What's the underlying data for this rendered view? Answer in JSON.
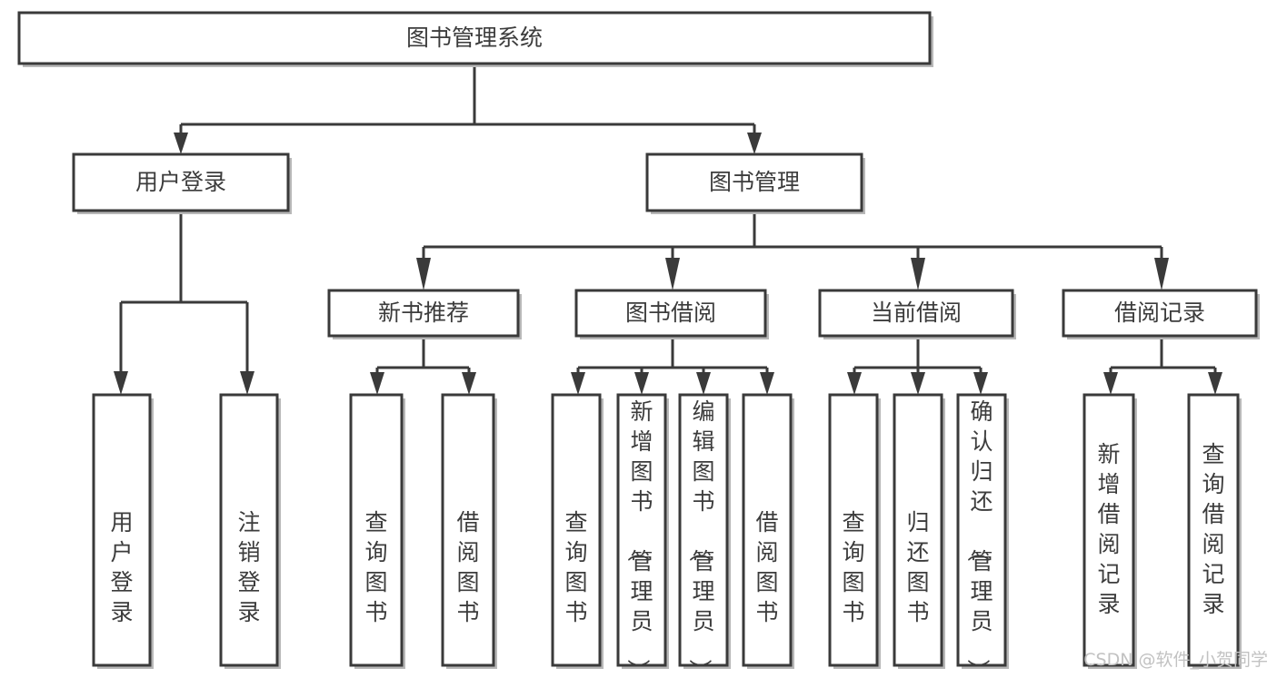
{
  "diagram": {
    "type": "tree-hierarchy",
    "title": "图书管理系统",
    "orientation": "top-down",
    "background_color": "#ffffff",
    "box_stroke_color": "#3a3a3a",
    "box_fill_color": "#ffffff",
    "text_color": "#3c3c3c",
    "connector_color": "#3a3a3a"
  },
  "nodes": {
    "root": {
      "id": "root",
      "label": "图书管理系统",
      "level": 0,
      "orientation": "horizontal"
    },
    "level1": [
      {
        "id": "user-login",
        "label": "用户登录",
        "level": 1,
        "orientation": "horizontal"
      },
      {
        "id": "book-management",
        "label": "图书管理",
        "level": 1,
        "orientation": "horizontal"
      }
    ],
    "level2": [
      {
        "id": "new-book-recommend",
        "label": "新书推荐",
        "level": 2,
        "orientation": "horizontal",
        "parent": "book-management"
      },
      {
        "id": "book-borrow",
        "label": "图书借阅",
        "level": 2,
        "orientation": "horizontal",
        "parent": "book-management"
      },
      {
        "id": "current-borrow",
        "label": "当前借阅",
        "level": 2,
        "orientation": "horizontal",
        "parent": "book-management"
      },
      {
        "id": "borrow-record",
        "label": "借阅记录",
        "level": 2,
        "orientation": "horizontal",
        "parent": "book-management"
      }
    ],
    "leaves": [
      {
        "id": "leaf-user-login",
        "label": "用户登录",
        "orientation": "vertical",
        "parent": "user-login"
      },
      {
        "id": "leaf-logout-login",
        "label": "注销登录",
        "orientation": "vertical",
        "parent": "user-login"
      },
      {
        "id": "leaf-query-book-1",
        "label": "查询图书",
        "orientation": "vertical",
        "parent": "new-book-recommend"
      },
      {
        "id": "leaf-borrow-book-1",
        "label": "借阅图书",
        "orientation": "vertical",
        "parent": "new-book-recommend"
      },
      {
        "id": "leaf-query-book-2",
        "label": "查询图书",
        "orientation": "vertical",
        "parent": "book-borrow"
      },
      {
        "id": "leaf-add-book",
        "label": "新增图书（管理员）",
        "orientation": "vertical",
        "parent": "book-borrow"
      },
      {
        "id": "leaf-edit-book",
        "label": "编辑图书（管理员）",
        "orientation": "vertical",
        "parent": "book-borrow"
      },
      {
        "id": "leaf-borrow-book-2",
        "label": "借阅图书",
        "orientation": "vertical",
        "parent": "book-borrow"
      },
      {
        "id": "leaf-query-book-3",
        "label": "查询图书",
        "orientation": "vertical",
        "parent": "current-borrow"
      },
      {
        "id": "leaf-return-book",
        "label": "归还图书",
        "orientation": "vertical",
        "parent": "current-borrow"
      },
      {
        "id": "leaf-confirm-return",
        "label": "确认归还（管理员）",
        "orientation": "vertical",
        "parent": "current-borrow"
      },
      {
        "id": "leaf-add-record",
        "label": "新增借阅记录",
        "orientation": "vertical",
        "parent": "borrow-record"
      },
      {
        "id": "leaf-query-record",
        "label": "查询借阅记录",
        "orientation": "vertical",
        "parent": "borrow-record"
      }
    ]
  },
  "watermark": {
    "text": "CSDN @软件_小贺同学",
    "color": "#c2c2c2"
  }
}
